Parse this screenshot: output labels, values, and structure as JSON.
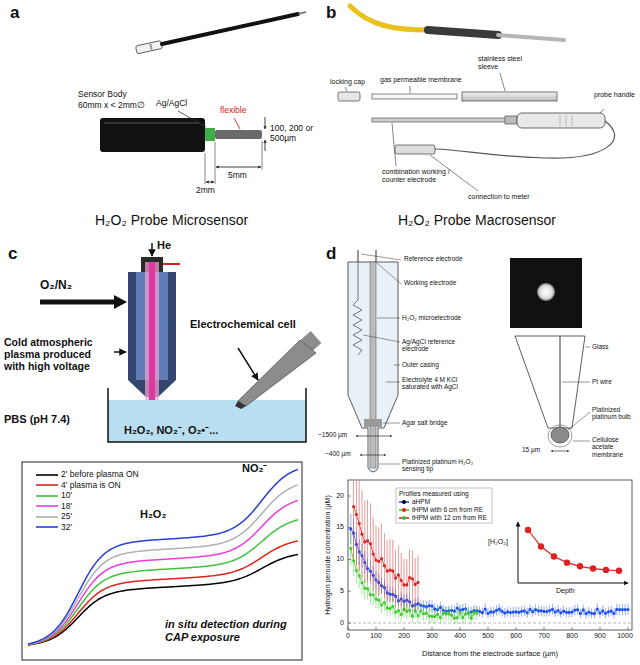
{
  "diagram": {
    "labels": [
      "a",
      "Sensor Body",
      "60mm x < 2mm∅",
      "Ag/AgCl",
      "flexible",
      "100, 200 or 500µm",
      "2mm",
      "5mm",
      "H₂O₂ Probe Microsensor",
      "b",
      "locking cap",
      "gas permeable membrane",
      "stainless steel sleeve",
      "probe handle",
      "combination working / counter electrode",
      "connection to meter",
      "H₂O₂ Probe Macrosensor",
      "c",
      "He",
      "O₂/N₂",
      "Cold atmospheric plasma produced with high voltage",
      "Electrochemical cell",
      "PBS (pH 7.4)",
      "H₂O₂, NO₂⁻, O₂•⁻...",
      "NO₂⁻",
      "H₂O₂",
      "in situ detection during CAP exposure",
      "d",
      "Reference electrode",
      "Working electrode",
      "H₂O₂ microelectrode",
      "Ag/AgCl reference electrode",
      "Outer casing",
      "Electrolyte 4 M KCl saturated with AgCl",
      "Agar salt bridge",
      "~1500 µm",
      "~400 µm",
      "Platinized platinum H₂O₂ sensing tip",
      "Glass",
      "Pt wire",
      "Platinized platinum bulb",
      "Cellulose acetate membrane",
      "15 µm",
      "Hydrogen peroxide concentration (µM)",
      "Distance from the electrode surface (µm)",
      "0",
      "5",
      "10",
      "15",
      "20",
      "0",
      "100",
      "200",
      "300",
      "400",
      "500",
      "600",
      "700",
      "800",
      "900",
      "1000",
      "Profiles measured using",
      "[H₂O₂]",
      "Depth"
    ],
    "legend": [
      {
        "text": "2' before plasma ON"
      },
      {
        "text": "4' plasma is ON"
      },
      {
        "text": "10'"
      },
      {
        "text": "18'"
      },
      {
        "text": "25'"
      },
      {
        "text": "32'"
      },
      {
        "text": "aHPM"
      },
      {
        "text": "tHPM with 6 cm from RE"
      },
      {
        "text": "tHPM with 12 cm from RE"
      }
    ]
  }
}
